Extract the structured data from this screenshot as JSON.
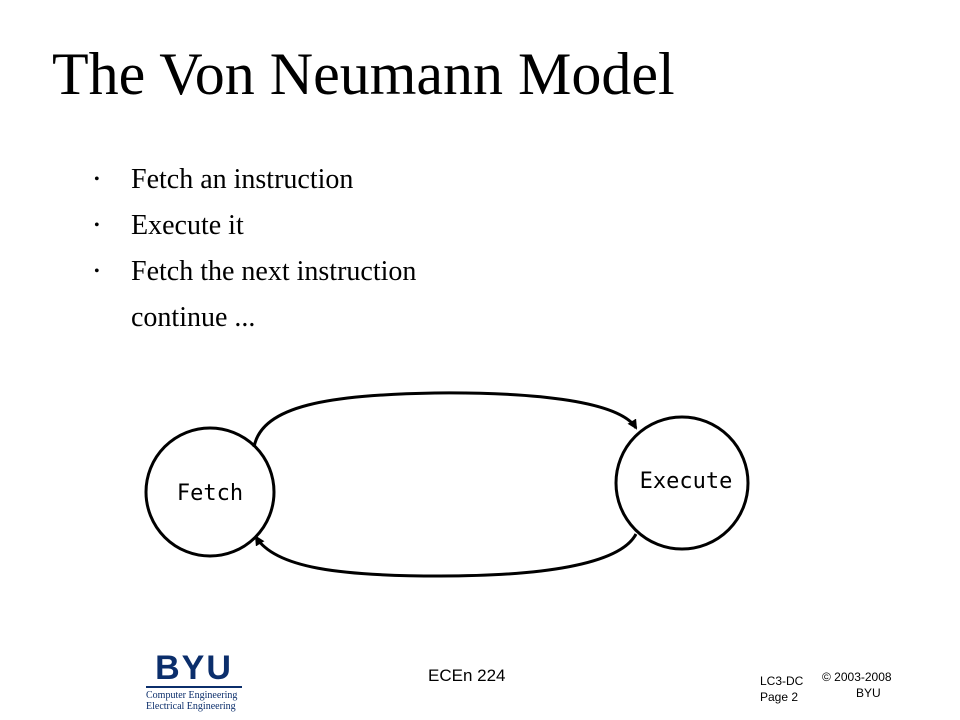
{
  "slide": {
    "title": "The Von Neumann Model",
    "bullets": [
      "Fetch an instruction",
      "Execute it",
      "Fetch the next instruction"
    ],
    "continuation": "continue ..."
  },
  "diagram": {
    "nodes": {
      "fetch": "Fetch",
      "execute": "Execute"
    }
  },
  "footer": {
    "logo": {
      "name": "BYU",
      "line1": "Computer Engineering",
      "line2": "Electrical Engineering",
      "color": "#0b2e6b"
    },
    "course": "ECEn 224",
    "code": "LC3-DC",
    "page": "Page 2",
    "copyright": "© 2003-2008",
    "org": "BYU"
  }
}
